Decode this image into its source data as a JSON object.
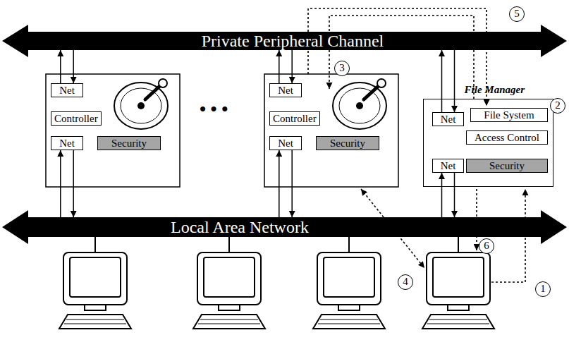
{
  "diagram": {
    "nodes": [
      {
        "text": [
          "Private Peripheral Channel"
        ]
      },
      {
        "text": [
          "Local Area Network"
        ]
      },
      {
        "text": [
          "Net"
        ]
      },
      {
        "text": [
          "Controller"
        ]
      },
      {
        "text": [
          "Net"
        ]
      },
      {
        "text": [
          "Security"
        ]
      },
      {
        "text": [
          "Net"
        ]
      },
      {
        "text": [
          "Controller"
        ]
      },
      {
        "text": [
          "Net"
        ]
      },
      {
        "text": [
          "Security"
        ]
      },
      {
        "text": [
          "File Manager"
        ]
      },
      {
        "text": [
          "Net"
        ],
        "in": 10
      },
      {
        "text": [
          "File System"
        ],
        "in": 10
      },
      {
        "text": [
          "Access Control"
        ],
        "in": 10
      },
      {
        "text": [
          "Net"
        ],
        "in": 10
      },
      {
        "text": [
          "Security"
        ],
        "in": 10
      }
    ],
    "edges": [
      {
        "from": 2,
        "to": 0,
        "arrow": "to"
      },
      {
        "from": 0,
        "to": 2,
        "arrow": "to"
      },
      {
        "from": 1,
        "to": 4,
        "arrow": "to"
      },
      {
        "from": 4,
        "to": 1,
        "arrow": "to"
      },
      {
        "from": 6,
        "to": 0,
        "arrow": "to"
      },
      {
        "from": 0,
        "to": 6,
        "arrow": "to"
      },
      {
        "from": 1,
        "to": 8,
        "arrow": "to"
      },
      {
        "from": 8,
        "to": 1,
        "arrow": "to"
      },
      {
        "from": 11,
        "to": 0,
        "arrow": "to"
      },
      {
        "from": 0,
        "to": 11,
        "arrow": "to"
      },
      {
        "from": 1,
        "to": 14,
        "arrow": "to"
      },
      {
        "from": 14,
        "to": 1,
        "arrow": "to"
      }
    ],
    "labels": [
      "• • •",
      "1",
      "2",
      "3",
      "4",
      "5",
      "6"
    ]
  }
}
